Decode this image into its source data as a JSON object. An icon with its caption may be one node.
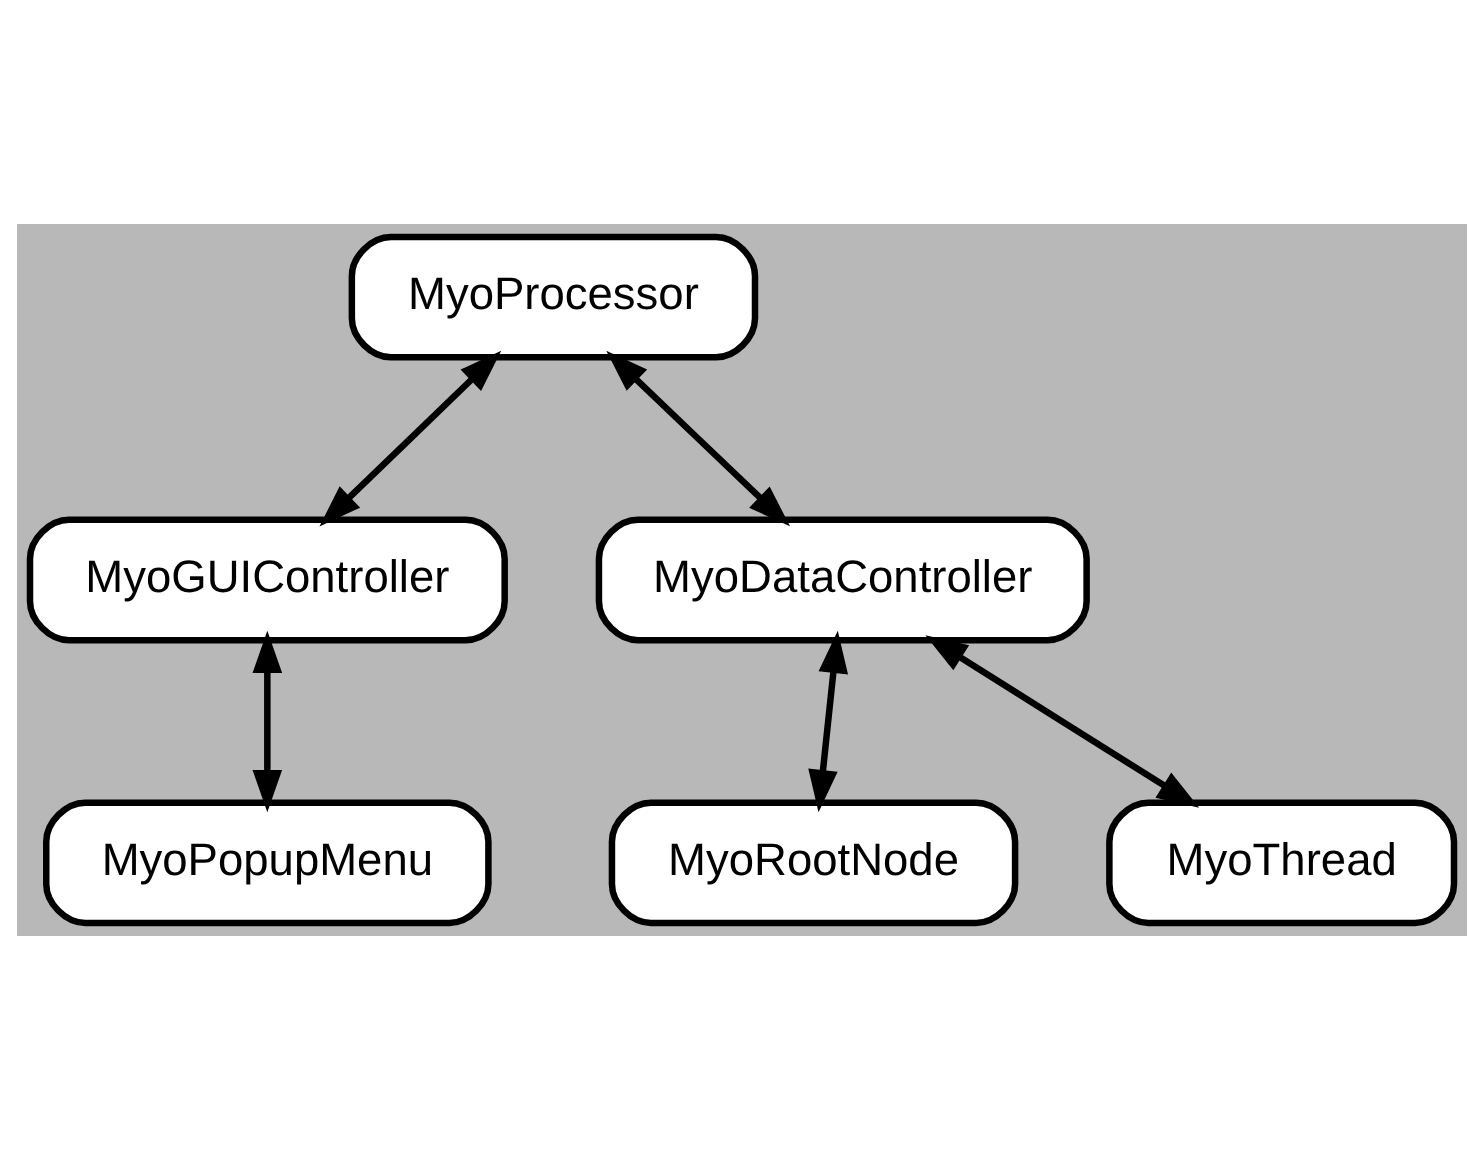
{
  "diagram": {
    "nodes": [
      {
        "text": [
          "MyoProcessor"
        ]
      },
      {
        "text": [
          "MyoGUIController"
        ]
      },
      {
        "text": [
          "MyoDataController"
        ]
      },
      {
        "text": [
          "MyoPopupMenu"
        ]
      },
      {
        "text": [
          "MyoRootNode"
        ]
      },
      {
        "text": [
          "MyoThread"
        ]
      }
    ],
    "edges": [
      {
        "from": 0,
        "to": 1,
        "arrow": "both"
      },
      {
        "from": 0,
        "to": 2,
        "arrow": "both"
      },
      {
        "from": 1,
        "to": 3,
        "arrow": "both"
      },
      {
        "from": 2,
        "to": 4,
        "arrow": "both"
      },
      {
        "from": 2,
        "to": 5,
        "arrow": "both"
      }
    ]
  }
}
